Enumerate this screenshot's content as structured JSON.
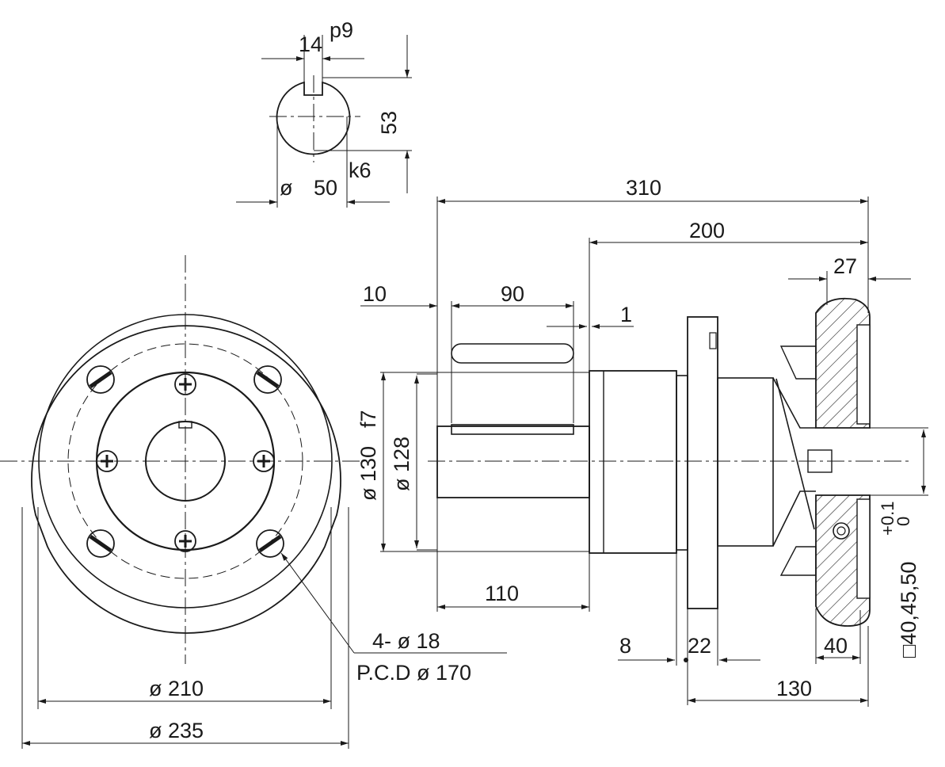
{
  "shaft_section": {
    "keyway_width": "14",
    "keyway_tol": "p9",
    "key_height": "53",
    "diameter_symbol": "ø",
    "diameter": "50",
    "diameter_tol": "k6"
  },
  "side_view": {
    "overall_length": "310",
    "body_length": "200",
    "flange_width": "27",
    "key_offset": "10",
    "key_length": "90",
    "gap": "1",
    "pilot_diameter": "ø 130",
    "pilot_tol": "f7",
    "shaft_diameter": "ø 128",
    "shaft_length": "110",
    "dim_8": "8",
    "dim_22": "22",
    "dim_40": "40",
    "dim_130": "130",
    "square_range": "□40,45,50",
    "square_tol_upper": "+0.1",
    "square_tol_lower": "0"
  },
  "front_view": {
    "holes": "4- ø 18",
    "pcd": "P.C.D  ø 170",
    "inner_diameter": "ø  210",
    "outer_diameter": "ø  235"
  },
  "colors": {
    "line": "#1a1a1a",
    "background": "#ffffff",
    "hatch": "#1a1a1a"
  }
}
